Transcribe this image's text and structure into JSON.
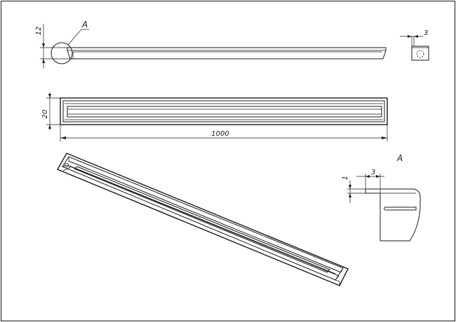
{
  "dimensions": {
    "height_side": "12",
    "end_width": "3",
    "width_top": "20",
    "length": "1000",
    "detail_thickness": "1",
    "detail_width": "3"
  },
  "labels": {
    "callout": "A",
    "detail_title": "A"
  }
}
